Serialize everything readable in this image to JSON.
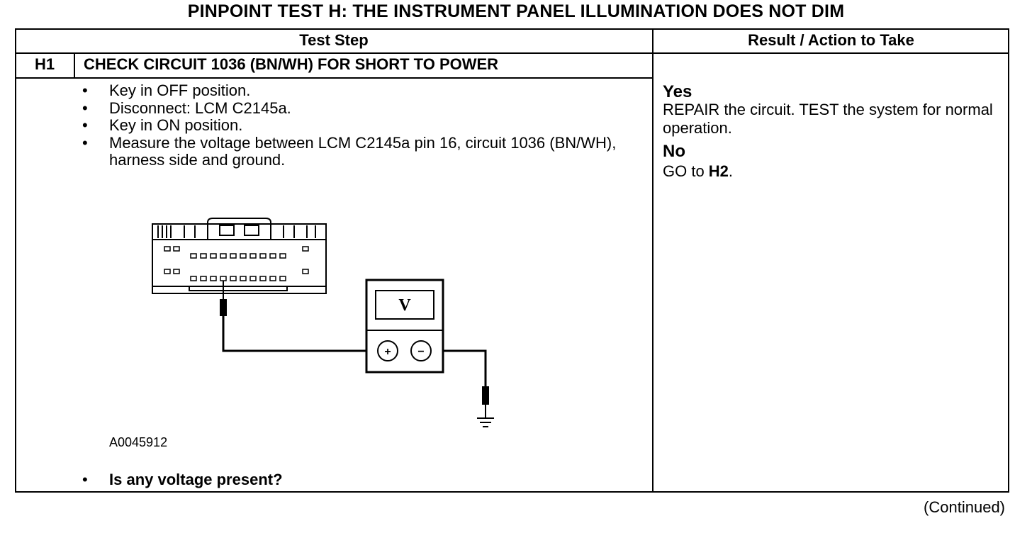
{
  "page": {
    "title": "PINPOINT TEST H: THE INSTRUMENT PANEL ILLUMINATION DOES NOT DIM",
    "continued": "(Continued)"
  },
  "table": {
    "header_test_step": "Test Step",
    "header_result": "Result / Action to Take"
  },
  "step": {
    "id": "H1",
    "title": "CHECK CIRCUIT 1036 (BN/WH) FOR SHORT TO POWER",
    "instructions": [
      "Key in OFF position.",
      "Disconnect: LCM C2145a.",
      "Key in ON position.",
      "Measure the voltage between LCM C2145a pin 16, circuit 1036 (BN/WH), harness side and ground."
    ],
    "figure_id": "A0045912",
    "question": "Is any voltage present?"
  },
  "diagram": {
    "meter_label": "V",
    "plus_symbol": "+",
    "minus_symbol": "−"
  },
  "results": {
    "yes_label": "Yes",
    "yes_action": "REPAIR the circuit. TEST the system for normal operation.",
    "no_label": "No",
    "no_action_prefix": "GO to ",
    "no_action_target": "H2",
    "no_action_suffix": "."
  }
}
